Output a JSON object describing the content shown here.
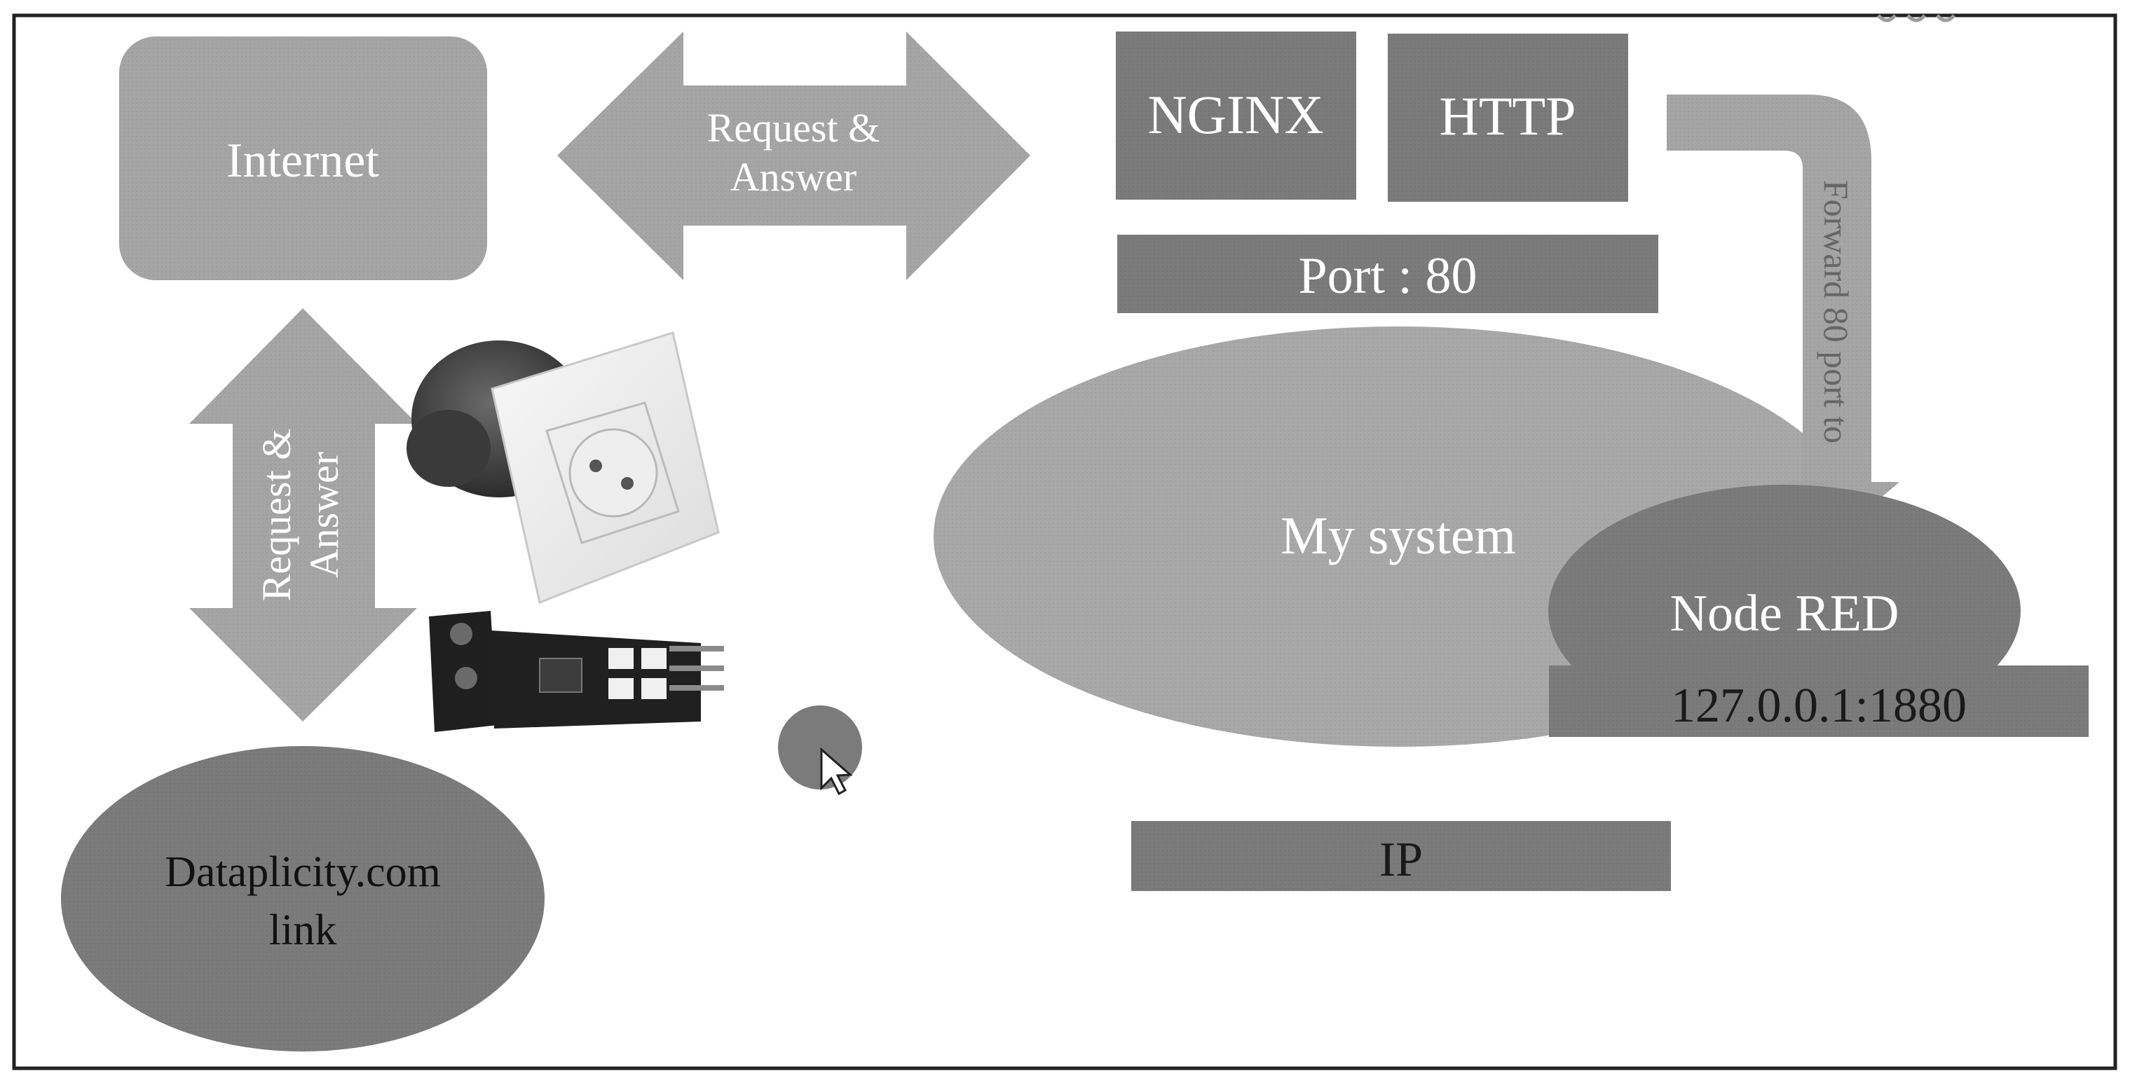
{
  "diagram": {
    "internet": "Internet",
    "request_answer_h": [
      "Request &",
      "Answer"
    ],
    "request_answer_v": [
      "Request &",
      "Answer"
    ],
    "nginx": "NGINX",
    "http": "HTTP",
    "port": "Port : 80",
    "forward": "Forward 80 port to",
    "my_system": "My system",
    "node_red": "Node RED",
    "node_red_address": "127.0.0.1:1880",
    "ip": "IP",
    "dataplicity": [
      "Dataplicity.com",
      "link"
    ]
  }
}
